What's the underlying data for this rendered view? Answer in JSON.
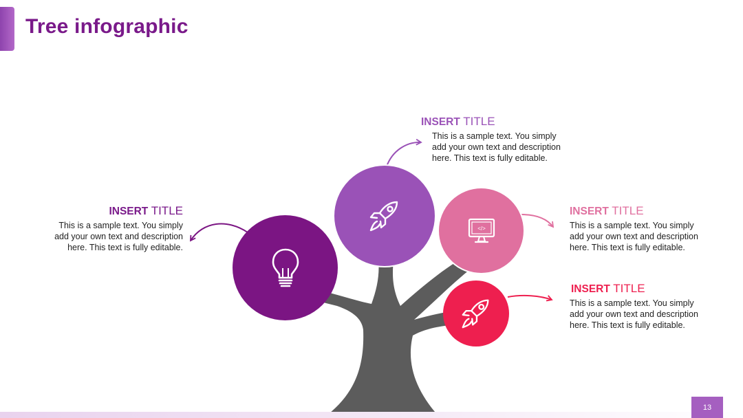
{
  "title": "Tree infographic",
  "page_number": "13",
  "colors": {
    "title": "#7a1a8a",
    "trunk": "#5c5c5c",
    "purple": "#7b1583",
    "violet": "#9a52b7",
    "pink": "#e0709f",
    "red": "#ee1f4f",
    "badge": "#a55fc0"
  },
  "items": [
    {
      "heading_bold": "INSERT",
      "heading_light": "TITLE",
      "body": "This is a sample text. You simply add your own text and description here. This text is fully editable.",
      "icon": "lightbulb-icon"
    },
    {
      "heading_bold": "INSERT",
      "heading_light": "TITLE",
      "body": "This is a sample text. You simply add your own text and description here. This text is fully editable.",
      "icon": "rocket-icon"
    },
    {
      "heading_bold": "INSERT",
      "heading_light": "TITLE",
      "body": "This is a sample text. You simply add your own text and description here. This text is fully editable.",
      "icon": "monitor-code-icon",
      "icon_text": "</>"
    },
    {
      "heading_bold": "INSERT",
      "heading_light": "TITLE",
      "body": "This is a sample text. You simply add your own text and description here. This text is fully editable.",
      "icon": "rocket-icon"
    }
  ]
}
